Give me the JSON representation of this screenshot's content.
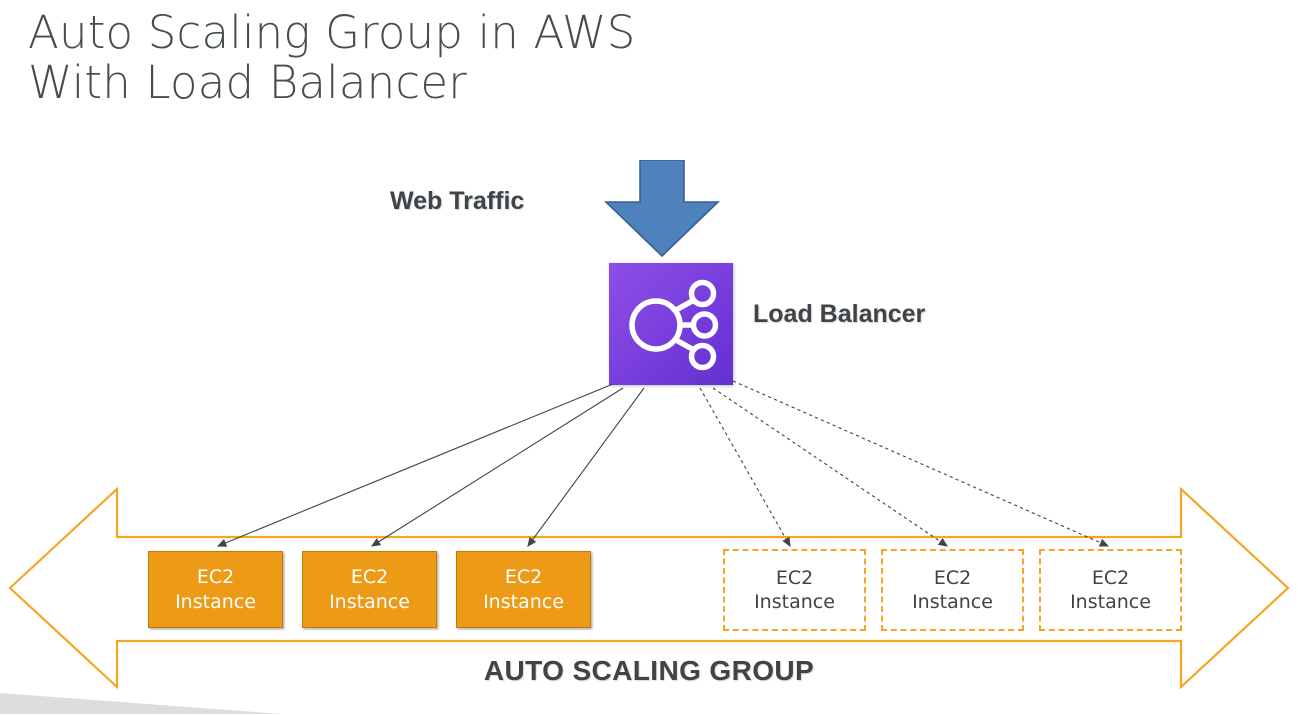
{
  "slide": {
    "title_line_1": "Auto Scaling Group in AWS",
    "title_line_2": "With Load Balancer",
    "title_color": "#464d4e",
    "background": "#ffffff"
  },
  "traffic": {
    "label": "Web Traffic",
    "arrow_fill": "#4f81bd",
    "arrow_stroke": "#38618f",
    "arrow_direction": "down"
  },
  "load_balancer": {
    "label": "Load Balancer",
    "icon_name": "load-balancer-icon",
    "gradient_from": "#8d4ee4",
    "gradient_to": "#6330cf",
    "glyph_color": "#ffffff"
  },
  "auto_scaling_group": {
    "caption": "AUTO SCALING GROUP",
    "arrow_stroke": "#f5a623",
    "arrow_fill": "#ffffff",
    "arrow_direction": "double-horizontal"
  },
  "instances": {
    "active": [
      {
        "line1": "EC2",
        "line2": "Instance",
        "state": "running"
      },
      {
        "line1": "EC2",
        "line2": "Instance",
        "state": "running"
      },
      {
        "line1": "EC2",
        "line2": "Instance",
        "state": "running"
      }
    ],
    "pending": [
      {
        "line1": "EC2",
        "line2": "Instance",
        "state": "scaled-out"
      },
      {
        "line1": "EC2",
        "line2": "Instance",
        "state": "scaled-out"
      },
      {
        "line1": "EC2",
        "line2": "Instance",
        "state": "scaled-out"
      }
    ],
    "active_fill": "#ed9a16",
    "active_text_color": "#ffffff",
    "pending_border": "#f5a623",
    "pending_text_color": "#3f4448"
  },
  "connectors": {
    "solid_color": "#3f4448",
    "dashed_color": "#3f4448",
    "solid_count": 3,
    "dashed_count": 3
  }
}
